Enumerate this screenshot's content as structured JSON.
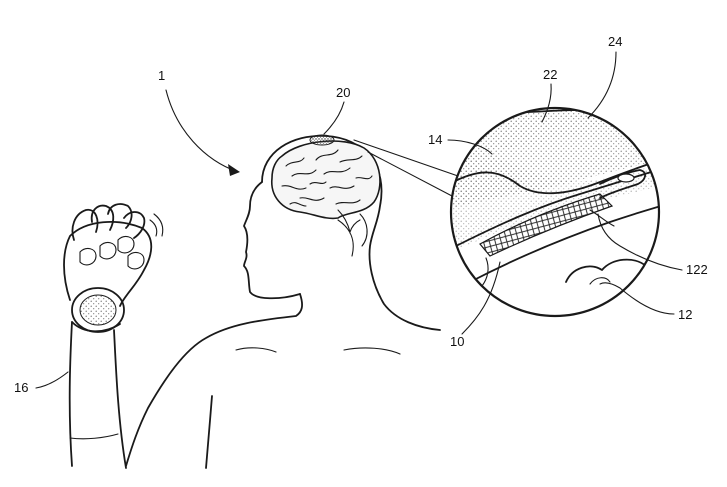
{
  "figure": {
    "reference_labels": {
      "system": "1",
      "prosthetic_arm": "16",
      "brain_region": "20",
      "vessel_wall_outer": "22",
      "tissue_layer": "24",
      "vessel": "14",
      "device": "10",
      "electrode_array": "122",
      "brain_tissue": "12"
    }
  }
}
